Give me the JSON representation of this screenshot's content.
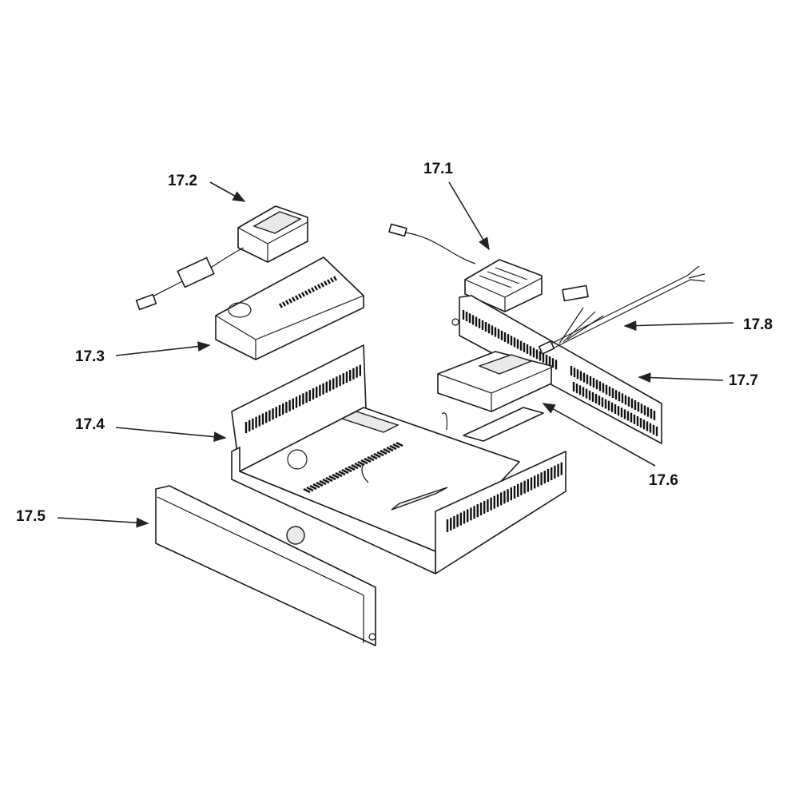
{
  "callouts": {
    "p171": "17.1",
    "p172": "17.2",
    "p173": "17.3",
    "p174": "17.4",
    "p175": "17.5",
    "p176": "17.6",
    "p177": "17.7",
    "p178": "17.8"
  }
}
